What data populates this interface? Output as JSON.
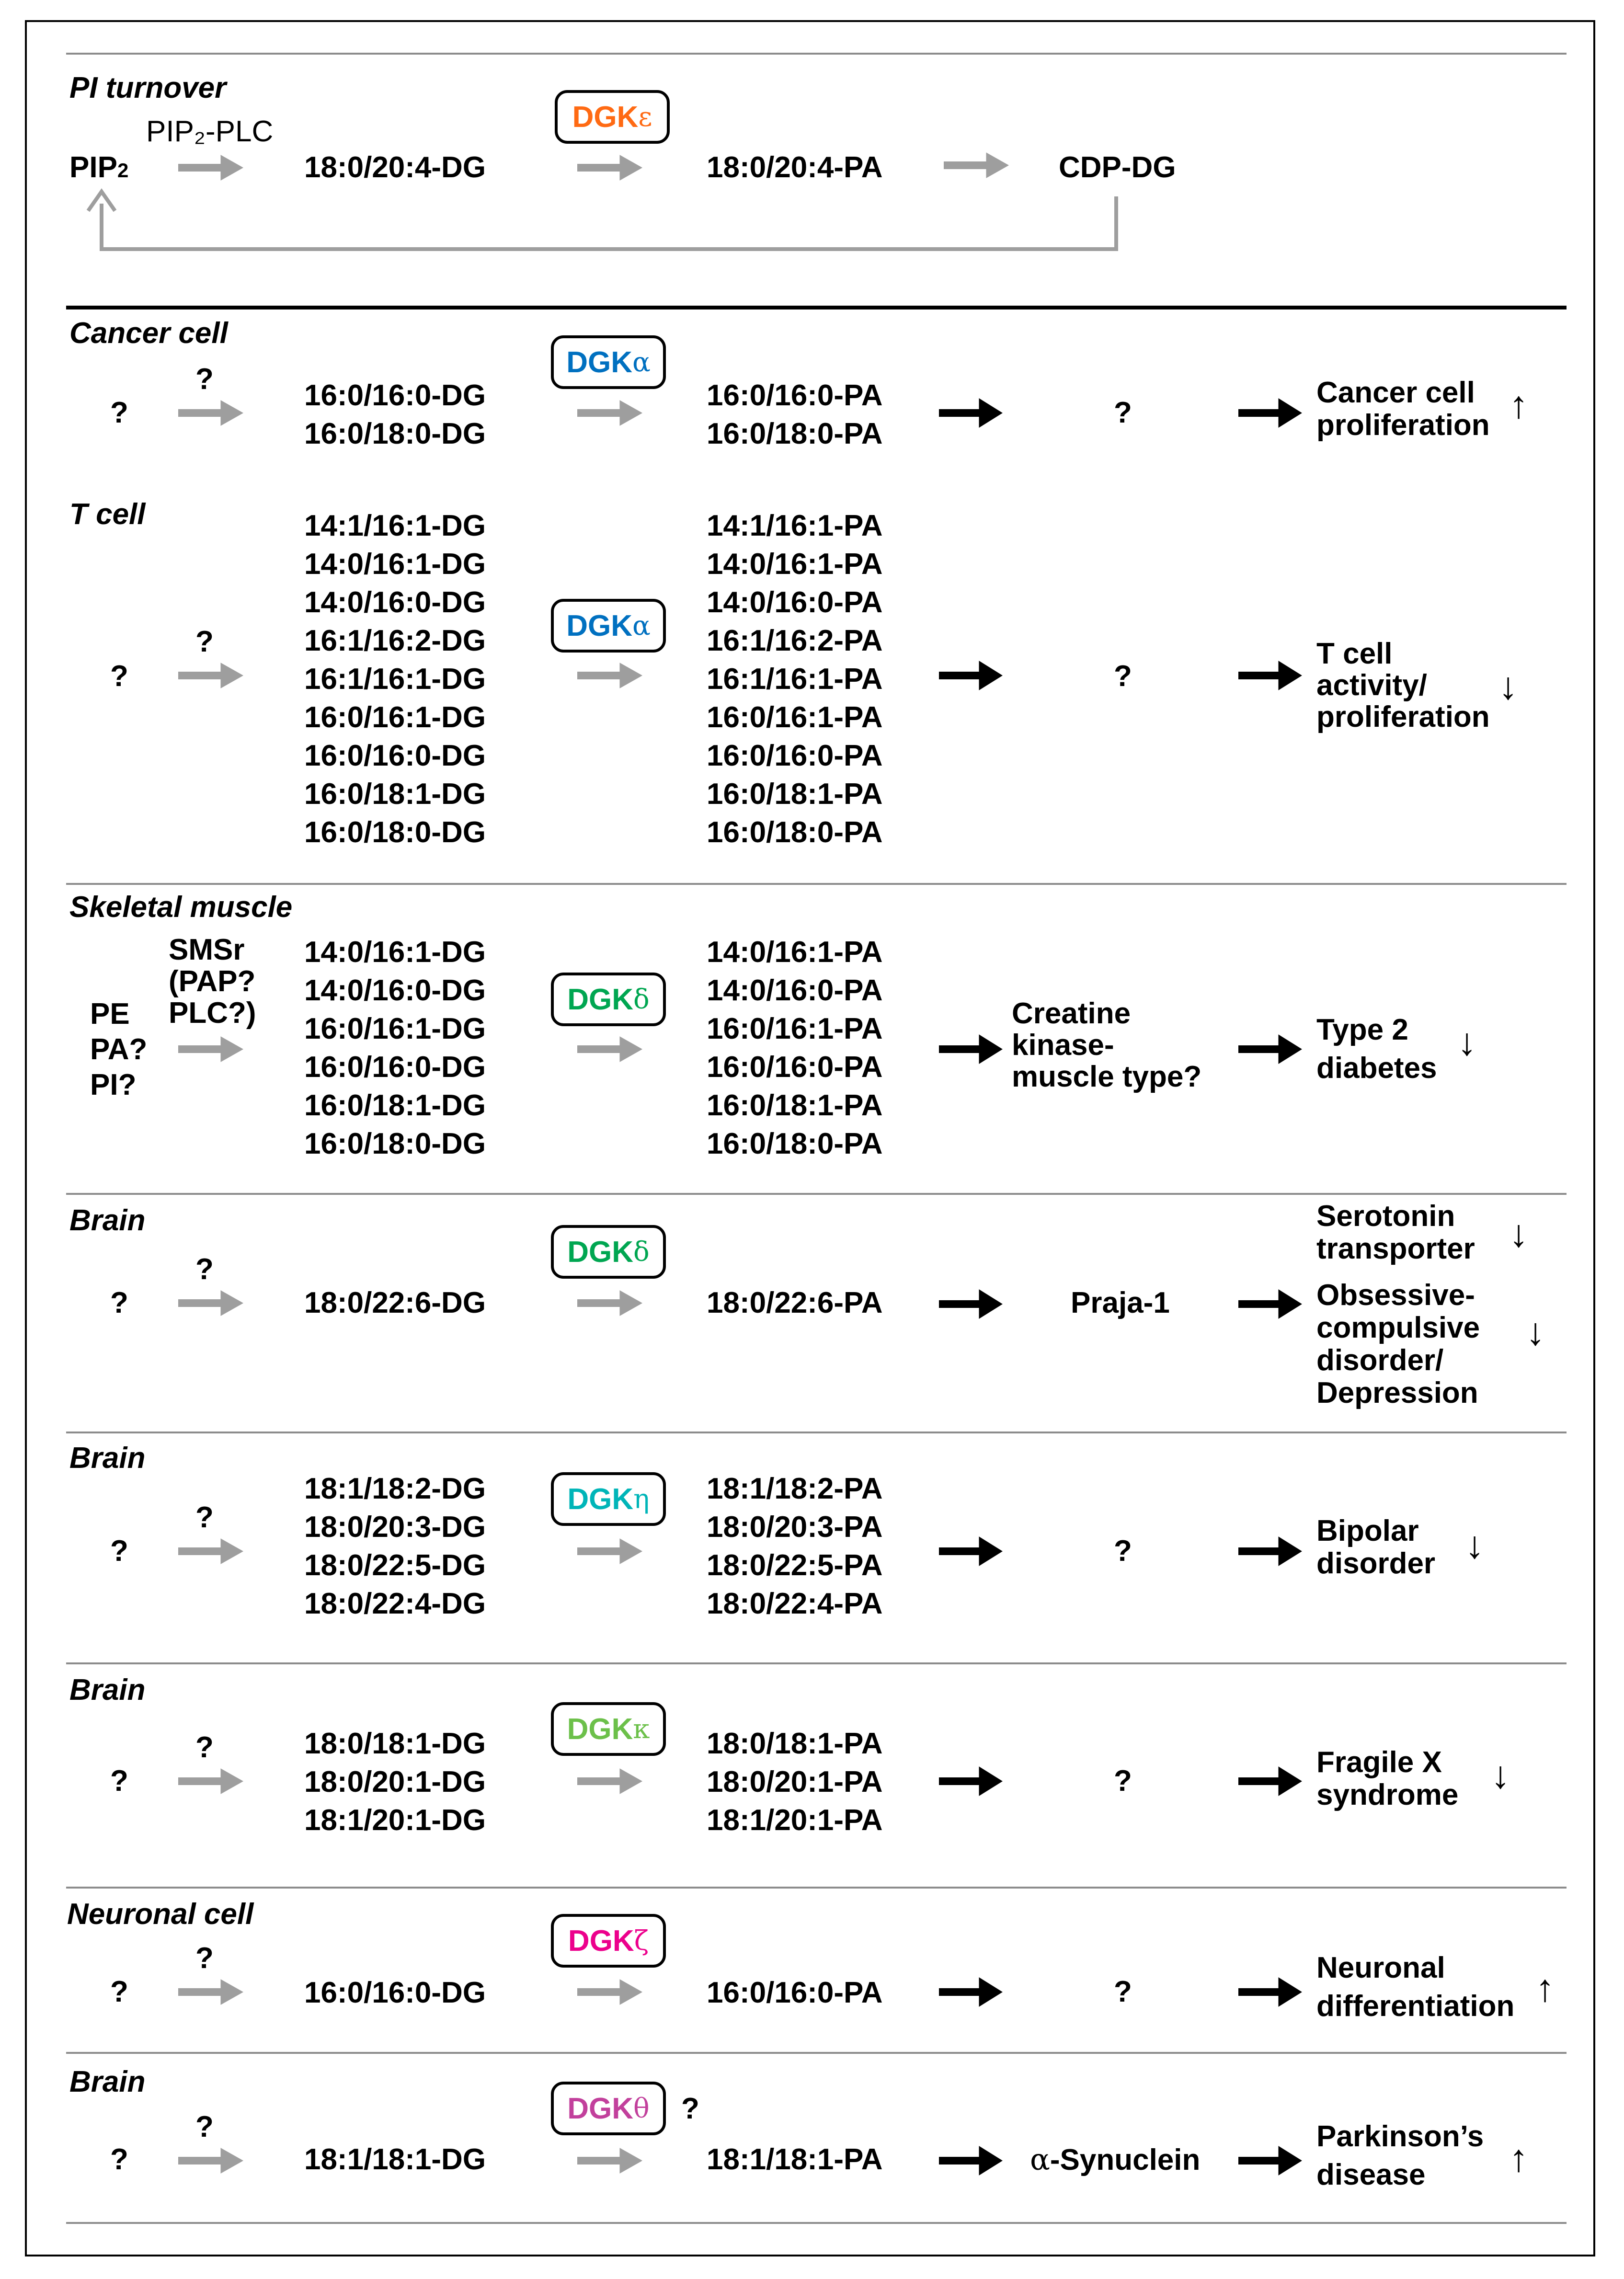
{
  "colors": {
    "dgk_epsilon": "#ff6a13",
    "dgk_alpha": "#0070c0",
    "dgk_delta": "#00a651",
    "dgk_eta": "#00b5b8",
    "dgk_kappa": "#6cc04a",
    "dgk_zeta": "#ec008c",
    "dgk_theta": "#c2409c",
    "gray_arrow": "#9e9e9e"
  },
  "pi": {
    "title": "PI turnover",
    "enzyme": "PIP₂-PLC",
    "pip_main": "PIP",
    "pip_sub": "2",
    "dg": "18:0/20:4-DG",
    "pa": "18:0/20:4-PA",
    "cdp": "CDP-DG",
    "dgk_letters": "DGK",
    "dgk_greek": "ε"
  },
  "cancer": {
    "title": "Cancer cell",
    "q_upper": "?",
    "q_left": "?",
    "dg": [
      "16:0/16:0-DG",
      "16:0/18:0-DG"
    ],
    "pa": [
      "16:0/16:0-PA",
      "16:0/18:0-PA"
    ],
    "target": "?",
    "outcome": [
      "Cancer cell",
      "proliferation"
    ],
    "trend": "↑",
    "dgk_letters": "DGK",
    "dgk_greek": "α"
  },
  "tcell": {
    "title": "T cell",
    "q_upper": "?",
    "q_left": "?",
    "dg": [
      "14:1/16:1-DG",
      "14:0/16:1-DG",
      "14:0/16:0-DG",
      "16:1/16:2-DG",
      "16:1/16:1-DG",
      "16:0/16:1-DG",
      "16:0/16:0-DG",
      "16:0/18:1-DG",
      "16:0/18:0-DG"
    ],
    "pa": [
      "14:1/16:1-PA",
      "14:0/16:1-PA",
      "14:0/16:0-PA",
      "16:1/16:2-PA",
      "16:1/16:1-PA",
      "16:0/16:1-PA",
      "16:0/16:0-PA",
      "16:0/18:1-PA",
      "16:0/18:0-PA"
    ],
    "target": "?",
    "outcome": [
      "T cell",
      "activity/",
      "proliferation"
    ],
    "trend": "↓",
    "dgk_letters": "DGK",
    "dgk_greek": "α"
  },
  "skeletal": {
    "title": "Skeletal muscle",
    "enzyme": [
      "SMSr",
      "(PAP?",
      "PLC?)"
    ],
    "substrates": [
      "PE",
      "PA?",
      "PI?"
    ],
    "dg": [
      "14:0/16:1-DG",
      "14:0/16:0-DG",
      "16:0/16:1-DG",
      "16:0/16:0-DG",
      "16:0/18:1-DG",
      "16:0/18:0-DG"
    ],
    "pa": [
      "14:0/16:1-PA",
      "14:0/16:0-PA",
      "16:0/16:1-PA",
      "16:0/16:0-PA",
      "16:0/18:1-PA",
      "16:0/18:0-PA"
    ],
    "target": [
      "Creatine",
      "kinase-",
      "muscle type?"
    ],
    "outcome": [
      "Type 2",
      "diabetes"
    ],
    "trend": "↓",
    "dgk_letters": "DGK",
    "dgk_greek": "δ"
  },
  "brain_delta": {
    "title": "Brain",
    "q_upper": "?",
    "q_left": "?",
    "dg": "18:0/22:6-DG",
    "pa": "18:0/22:6-PA",
    "target": "Praja-1",
    "outcome1": [
      "Serotonin",
      "transporter"
    ],
    "trend1": "↓",
    "outcome2": [
      "Obsessive-",
      "compulsive",
      "disorder/",
      "Depression"
    ],
    "trend2": "↓",
    "dgk_letters": "DGK",
    "dgk_greek": "δ"
  },
  "brain_eta": {
    "title": "Brain",
    "q_upper": "?",
    "q_left": "?",
    "dg": [
      "18:1/18:2-DG",
      "18:0/20:3-DG",
      "18:0/22:5-DG",
      "18:0/22:4-DG"
    ],
    "pa": [
      "18:1/18:2-PA",
      "18:0/20:3-PA",
      "18:0/22:5-PA",
      "18:0/22:4-PA"
    ],
    "target": "?",
    "outcome": [
      "Bipolar",
      "disorder"
    ],
    "trend": "↓",
    "dgk_letters": "DGK",
    "dgk_greek": "η"
  },
  "brain_kappa": {
    "title": "Brain",
    "q_upper": "?",
    "q_left": "?",
    "dg": [
      "18:0/18:1-DG",
      "18:0/20:1-DG",
      "18:1/20:1-DG"
    ],
    "pa": [
      "18:0/18:1-PA",
      "18:0/20:1-PA",
      "18:1/20:1-PA"
    ],
    "target": "?",
    "outcome": [
      "Fragile X",
      "syndrome"
    ],
    "trend": "↓",
    "dgk_letters": "DGK",
    "dgk_greek": "κ"
  },
  "neuronal": {
    "title": "Neuronal cell",
    "q_upper": "?",
    "q_left": "?",
    "dg": "16:0/16:0-DG",
    "pa": "16:0/16:0-PA",
    "target": "?",
    "outcome": [
      "Neuronal",
      "differentiation"
    ],
    "trend": "↑",
    "dgk_letters": "DGK",
    "dgk_greek": "ζ"
  },
  "brain_theta": {
    "title": "Brain",
    "q_upper": "?",
    "q_left": "?",
    "dgk_q": "?",
    "dg": "18:1/18:1-DG",
    "pa": "18:1/18:1-PA",
    "target_greek": "α",
    "target_text": "-Synuclein",
    "outcome": [
      "Parkinson’s",
      "disease"
    ],
    "trend": "↑",
    "dgk_letters": "DGK",
    "dgk_greek": "θ"
  }
}
